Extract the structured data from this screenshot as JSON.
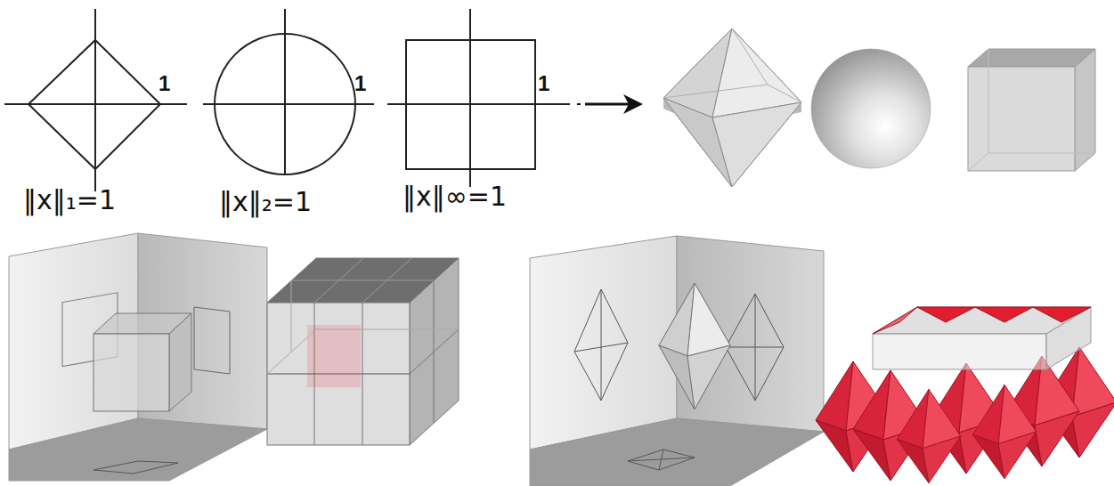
{
  "diagram": {
    "labels": [
      "1",
      "1",
      "1",
      "‖x‖₁=1",
      "‖x‖₂=1",
      "‖x‖∞=1"
    ]
  }
}
